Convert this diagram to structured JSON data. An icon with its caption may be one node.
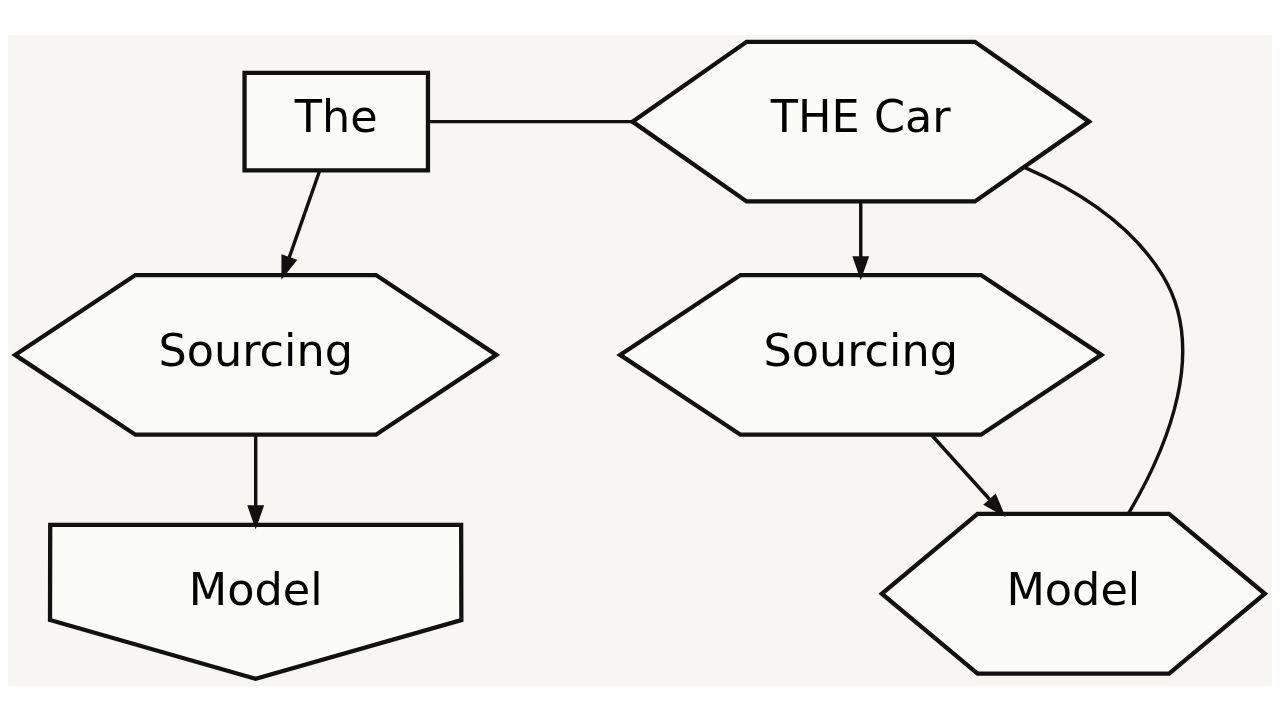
{
  "diagram": {
    "nodes": [
      {
        "text": [
          "The"
        ]
      },
      {
        "text": [
          "THE Car"
        ]
      },
      {
        "text": [
          "Sourcing"
        ]
      },
      {
        "text": [
          "Sourcing"
        ]
      },
      {
        "text": [
          "Model"
        ]
      },
      {
        "text": [
          "Model"
        ]
      }
    ],
    "edges": [
      {
        "from": 0,
        "to": 1,
        "arrow": "none"
      },
      {
        "from": 0,
        "to": 2,
        "arrow": "to"
      },
      {
        "from": 1,
        "to": 3,
        "arrow": "to"
      },
      {
        "from": 2,
        "to": 4,
        "arrow": "to"
      },
      {
        "from": 3,
        "to": 5,
        "arrow": "to"
      },
      {
        "from": 1,
        "to": 5,
        "arrow": "none"
      }
    ]
  }
}
